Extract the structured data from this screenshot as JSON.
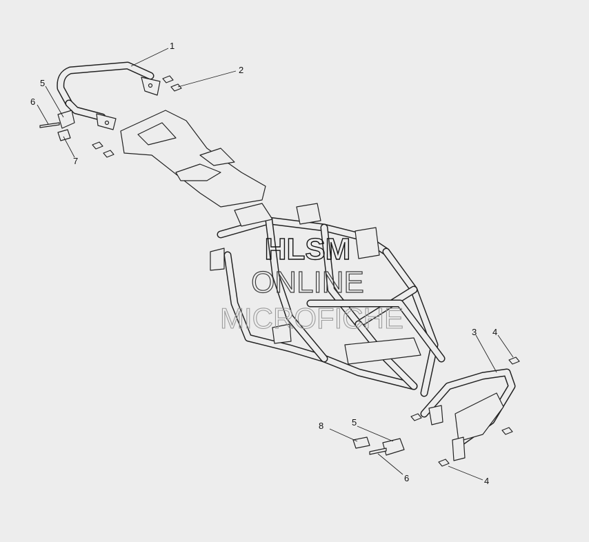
{
  "watermark": {
    "line1": "HLSM",
    "line2": "ONLINE",
    "line3": "MICROFICHE"
  },
  "callouts": [
    {
      "id": "c1",
      "label": "1"
    },
    {
      "id": "c2",
      "label": "2"
    },
    {
      "id": "c3",
      "label": "3"
    },
    {
      "id": "c4a",
      "label": "4"
    },
    {
      "id": "c4b",
      "label": "4"
    },
    {
      "id": "c5a",
      "label": "5"
    },
    {
      "id": "c5b",
      "label": "5"
    },
    {
      "id": "c6a",
      "label": "6"
    },
    {
      "id": "c6b",
      "label": "6"
    },
    {
      "id": "c7",
      "label": "7"
    },
    {
      "id": "c8",
      "label": "8"
    }
  ],
  "colors": {
    "background": "#ededed",
    "line": "#222222",
    "watermark_dark": "#111111",
    "watermark_light": "#9a9a9a"
  }
}
